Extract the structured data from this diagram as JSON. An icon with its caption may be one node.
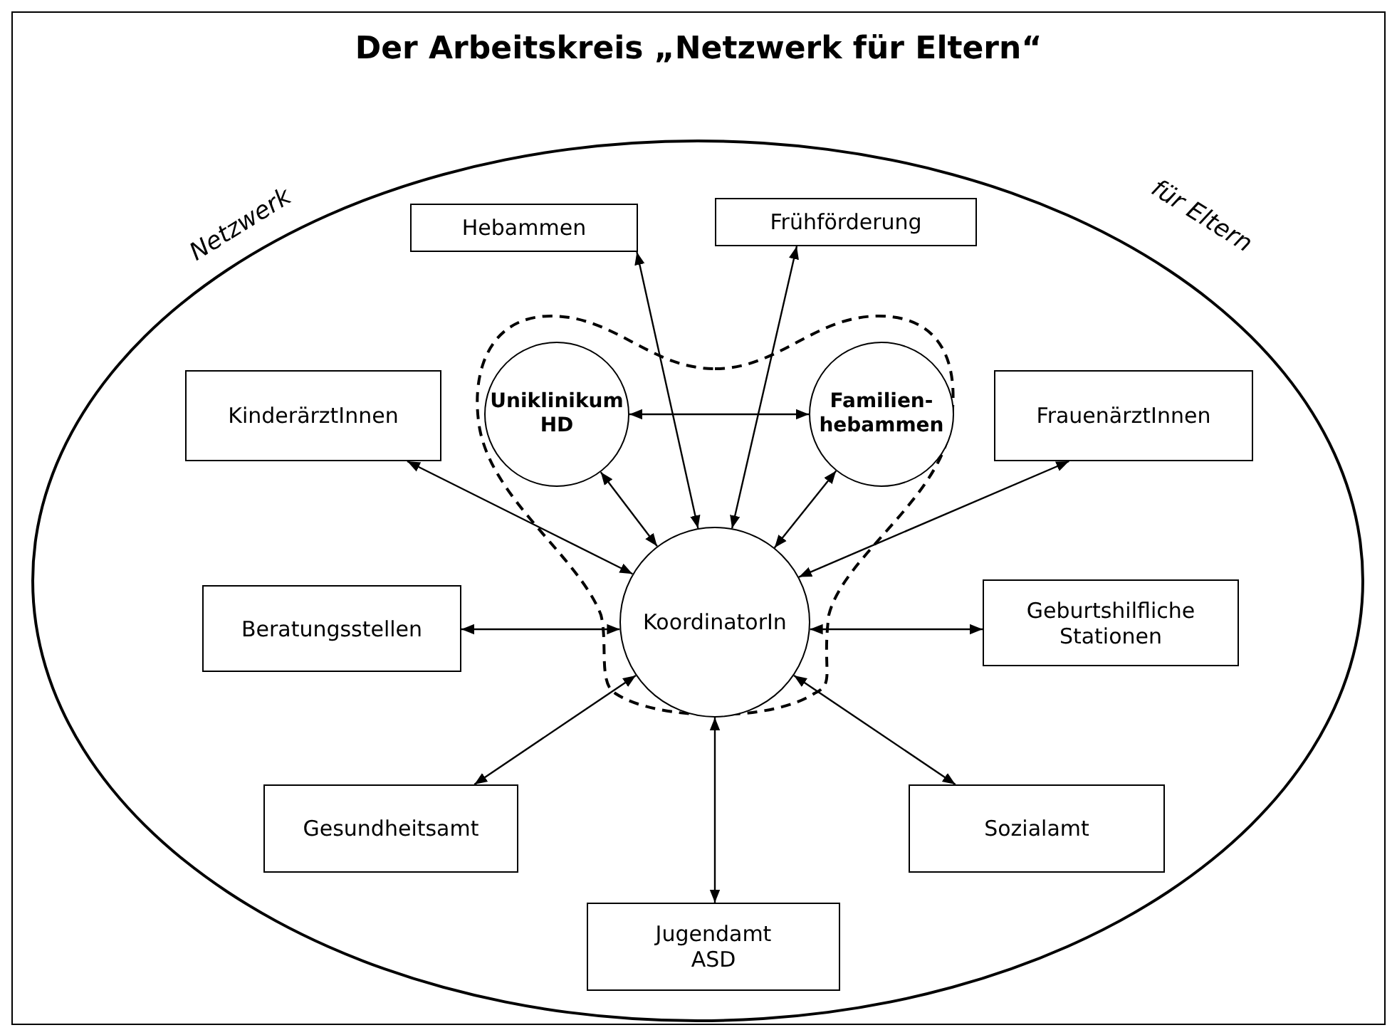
{
  "diagram": {
    "title": "Der Arbeitskreis „Netzwerk für Eltern“",
    "nodes": [
      {
        "text": [
          "Netzwerk",
          "für Eltern"
        ]
      },
      {
        "text": [
          "Hebammen"
        ],
        "in": 0
      },
      {
        "text": [
          "Frühförderung"
        ],
        "in": 0
      },
      {
        "text": [
          "KinderärztInnen"
        ],
        "in": 0
      },
      {
        "text": [
          "Uniklinikum HD"
        ],
        "in": 0
      },
      {
        "text": [
          "Familien-hebammen"
        ],
        "in": 0
      },
      {
        "text": [
          "FrauenärztInnen"
        ],
        "in": 0
      },
      {
        "text": [
          "Beratungsstellen"
        ],
        "in": 0
      },
      {
        "text": [
          "KoordinatorIn"
        ],
        "in": 0
      },
      {
        "text": [
          "Geburtshilfliche Stationen"
        ],
        "in": 0
      },
      {
        "text": [
          "Gesundheitsamt"
        ],
        "in": 0
      },
      {
        "text": [
          "Sozialamt"
        ],
        "in": 0
      },
      {
        "text": [
          "Jugendamt ASD"
        ],
        "in": 0
      }
    ],
    "edges": [
      {
        "from": 4,
        "to": 5,
        "arrow": "both"
      },
      {
        "from": 1,
        "to": 8,
        "arrow": "both"
      },
      {
        "from": 2,
        "to": 8,
        "arrow": "both"
      },
      {
        "from": 3,
        "to": 8,
        "arrow": "both"
      },
      {
        "from": 4,
        "to": 8,
        "arrow": "both"
      },
      {
        "from": 5,
        "to": 8,
        "arrow": "both"
      },
      {
        "from": 6,
        "to": 8,
        "arrow": "both"
      },
      {
        "from": 7,
        "to": 8,
        "arrow": "both"
      },
      {
        "from": 8,
        "to": 9,
        "arrow": "both"
      },
      {
        "from": 10,
        "to": 8,
        "arrow": "both"
      },
      {
        "from": 11,
        "to": 8,
        "arrow": "both"
      },
      {
        "from": 12,
        "to": 8,
        "arrow": "both"
      }
    ]
  }
}
